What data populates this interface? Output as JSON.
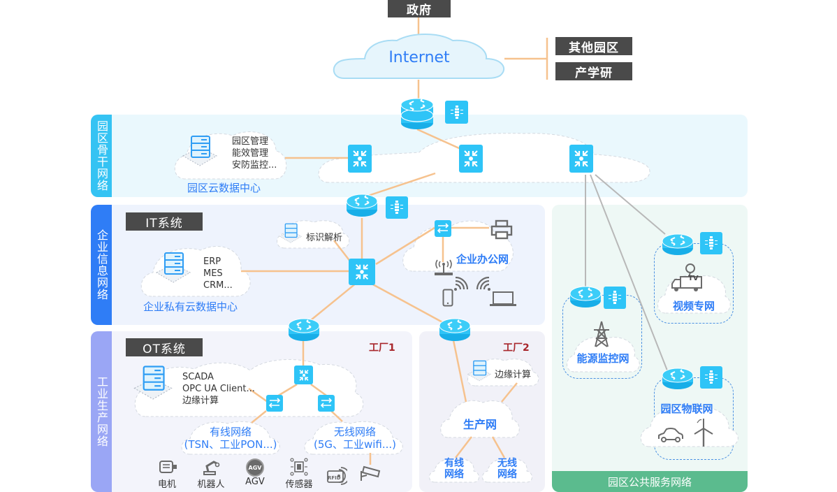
{
  "top": {
    "government": "政府",
    "internet": "Internet",
    "other_parks": "其他园区",
    "industry_academia": "产学研"
  },
  "backbone": {
    "tab_label": "园区骨干网络",
    "tab_color": "#35c3f3",
    "bg_color": "#eaf8fd",
    "datacenter_label": "园区云数据中心",
    "datacenter_items": [
      "园区管理",
      "能效管理",
      "安防监控..."
    ]
  },
  "enterprise": {
    "tab_label": "企业信息网络",
    "tab_color": "#2f7df6",
    "bg_color": "#eef3fd",
    "section_title": "IT系统",
    "datacenter_label": "企业私有云数据中心",
    "datacenter_items": [
      "ERP",
      "MES",
      "CRM..."
    ],
    "identity_resolution": "标识解析",
    "office_network": "企业办公网"
  },
  "industrial": {
    "tab_label": "工业生产网络",
    "tab_color": "#9aa6f5",
    "bg_color": "#f3f4fb",
    "section_title": "OT系统",
    "factory1": "工厂1",
    "factory2": "工厂2",
    "ot_items": [
      "SCADA",
      "OPC UA Client...",
      "边缘计算"
    ],
    "wired_title": "有线网络",
    "wired_sub": "(TSN、工业PON...)",
    "wireless_title": "无线网络",
    "wireless_sub": "(5G、工业wifi...)",
    "devices": [
      "电机",
      "机器人",
      "AGV",
      "传感器"
    ],
    "agv_badge": "AGV",
    "rfid_badge": "RFID",
    "edge_computing": "边缘计算",
    "production_network": "生产网",
    "wired_short": [
      "有线",
      "网络"
    ],
    "wireless_short": [
      "无线",
      "网络"
    ]
  },
  "public": {
    "footer_label": "园区公共服务网络",
    "footer_color": "#5bbb8e",
    "bg_color": "#eef8f5",
    "video_network": "视频专网",
    "tv_badge": "TV",
    "energy_network": "能源监控网",
    "iot_network": "园区物联网"
  },
  "colors": {
    "link_orange": "#f6c28e",
    "link_gray": "#b8b8b8",
    "device_blue": "#2ec4f7",
    "text_blue": "#2f7df6",
    "factory_red": "#a8262b"
  }
}
